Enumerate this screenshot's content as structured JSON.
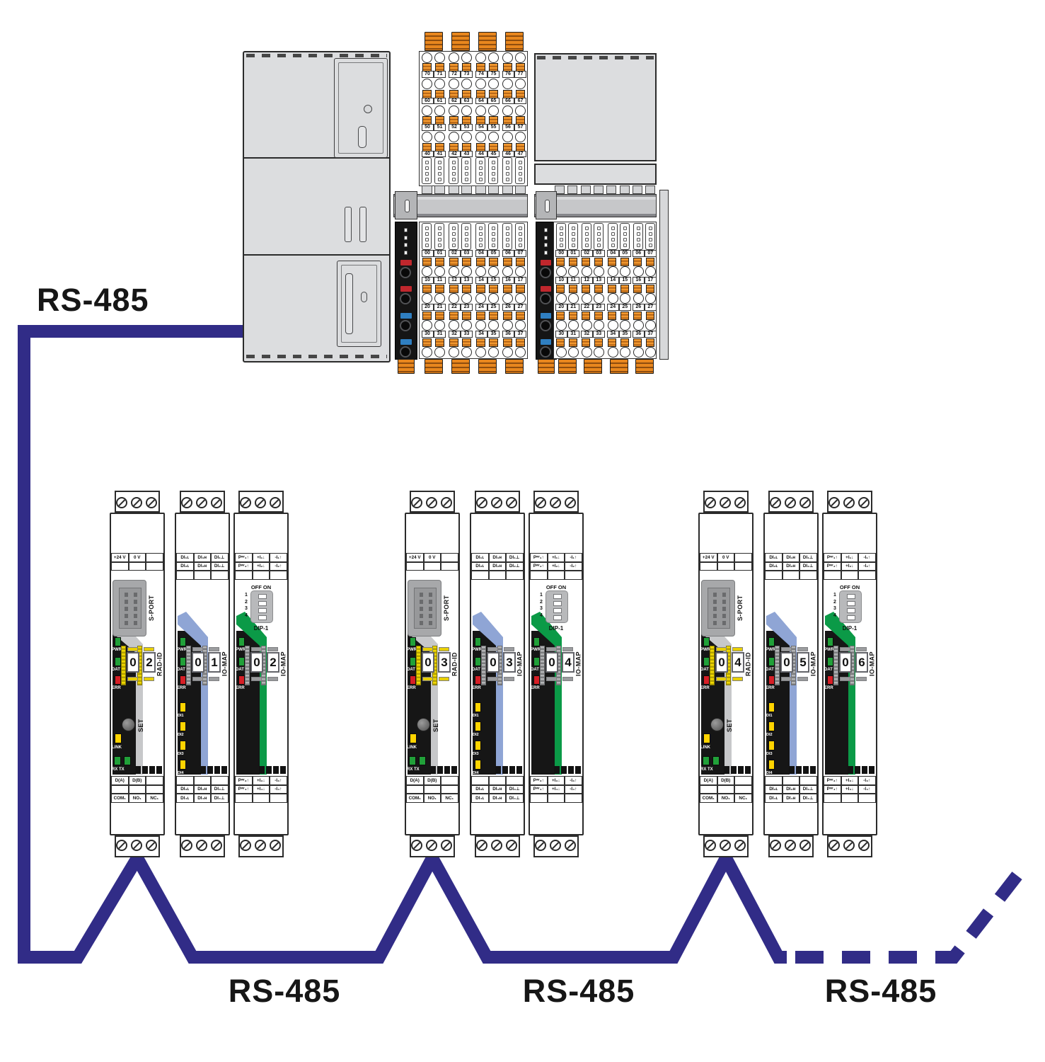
{
  "bus": {
    "color": "#312c87",
    "label_top": "RS-485",
    "segment_labels": [
      "RS-485",
      "RS-485",
      "RS-485"
    ]
  },
  "colors": {
    "bus_line": "#312c87",
    "module_gray_stripe": "#c7c8ca",
    "module_blue_stripe": "#8fa5d5",
    "module_green_stripe": "#0b9a47",
    "lever_red": "#c0272d",
    "lever_blue": "#2f7fc1",
    "clamp_orange": "#e8871e",
    "led_green": "#21a039",
    "led_red": "#d61f26",
    "led_yellow": "#ffd400"
  },
  "controller_station": {
    "upper_terminal_rows": [
      [
        "70",
        "71",
        "72",
        "73",
        "74",
        "75",
        "76",
        "77"
      ],
      [
        "60",
        "61",
        "62",
        "63",
        "64",
        "65",
        "66",
        "67"
      ],
      [
        "50",
        "51",
        "52",
        "53",
        "54",
        "55",
        "56",
        "57"
      ],
      [
        "40",
        "41",
        "42",
        "43",
        "44",
        "45",
        "46",
        "47"
      ]
    ],
    "lower_terminal_rows": [
      [
        "00",
        "01",
        "02",
        "03",
        "04",
        "05",
        "06",
        "07"
      ],
      [
        "10",
        "11",
        "12",
        "13",
        "14",
        "15",
        "16",
        "17"
      ],
      [
        "20",
        "21",
        "22",
        "23",
        "24",
        "25",
        "26",
        "27"
      ],
      [
        "30",
        "31",
        "32",
        "33",
        "34",
        "35",
        "36",
        "37"
      ]
    ],
    "right_unit_terminal_rows": [
      [
        "00",
        "01",
        "02",
        "03",
        "04",
        "05",
        "06",
        "07"
      ],
      [
        "10",
        "11",
        "12",
        "13",
        "14",
        "15",
        "16",
        "17"
      ],
      [
        "20",
        "21",
        "22",
        "23",
        "24",
        "25",
        "26",
        "27"
      ],
      [
        "30",
        "31",
        "32",
        "33",
        "34",
        "35",
        "36",
        "37"
      ]
    ]
  },
  "device_groups": [
    {
      "id": "group-1",
      "modules": [
        {
          "kind": "gateway",
          "stripe": "#c7c8ca",
          "top_labels": [
            [
              "+24 V",
              "0 V",
              ""
            ],
            [
              "",
              "",
              ""
            ]
          ],
          "port": "S-PORT",
          "status_leds": [
            "PWR",
            "DAT",
            "ERR"
          ],
          "rotary": {
            "label": "RAD-ID",
            "digits": [
              "0",
              "2"
            ]
          },
          "button": "SET",
          "link_led": "LINK",
          "rxtx_led": "RX TX",
          "bottom_labels": [
            [
              "D(A)",
              "D(B)",
              ""
            ],
            [
              "",
              "",
              ""
            ],
            [
              "COM₁",
              "NO₁",
              "NC₁"
            ]
          ]
        },
        {
          "kind": "digital-input",
          "stripe": "#8fa5d5",
          "top_labels": [
            [
              "DI₁ʟ",
              "DI₁ʜ",
              "DI₁⊥"
            ],
            [
              "DI₂ʟ",
              "DI₂ʜ",
              "DI₂⊥"
            ],
            [
              "",
              "",
              ""
            ]
          ],
          "status_leds": [
            "PWR",
            "DAT",
            "ERR"
          ],
          "rotary": {
            "label": "IO-MAP",
            "digits": [
              "0",
              "1"
            ]
          },
          "channel_leds": [
            "DI1",
            "DI2",
            "DI3",
            "DI4"
          ],
          "bottom_labels": [
            [
              "",
              "",
              ""
            ],
            [
              "DI₃ʟ",
              "DI₃ʜ",
              "DI₃⊥"
            ],
            [
              "DI₄ʟ",
              "DI₄ʜ",
              "DI₄⊥"
            ]
          ]
        },
        {
          "kind": "analog-input",
          "stripe": "#0b9a47",
          "top_labels": [
            [
              "Pʷʳ₁↑",
              "+I₁↓",
              "-I₁↑"
            ],
            [
              "Pʷʳ₂↑",
              "+I₂↓",
              "-I₂↑"
            ],
            [
              "",
              "",
              ""
            ]
          ],
          "dip": {
            "header": "OFF ON",
            "rows": [
              "1",
              "2",
              "3",
              "4"
            ],
            "label": "DIP-1"
          },
          "status_leds": [
            "PWR",
            "DAT",
            "ERR"
          ],
          "rotary": {
            "label": "IO-MAP",
            "digits": [
              "0",
              "2"
            ]
          },
          "bottom_labels": [
            [
              "Pʷʳ₃↑",
              "+I₃↓",
              "-I₃↑"
            ],
            [
              "Pʷʳ₄↑",
              "+I₄↓",
              "-I₄↑"
            ],
            [
              "",
              "",
              ""
            ]
          ]
        }
      ]
    },
    {
      "id": "group-2",
      "modules": [
        {
          "kind": "gateway",
          "stripe": "#c7c8ca",
          "top_labels": [
            [
              "+24 V",
              "0 V",
              ""
            ],
            [
              "",
              "",
              ""
            ]
          ],
          "port": "S-PORT",
          "status_leds": [
            "PWR",
            "DAT",
            "ERR"
          ],
          "rotary": {
            "label": "RAD-ID",
            "digits": [
              "0",
              "3"
            ]
          },
          "button": "SET",
          "link_led": "LINK",
          "rxtx_led": "RX TX",
          "bottom_labels": [
            [
              "D(A)",
              "D(B)",
              ""
            ],
            [
              "",
              "",
              ""
            ],
            [
              "COM₁",
              "NO₁",
              "NC₁"
            ]
          ]
        },
        {
          "kind": "digital-input",
          "stripe": "#8fa5d5",
          "top_labels": [
            [
              "DI₁ʟ",
              "DI₁ʜ",
              "DI₁⊥"
            ],
            [
              "DI₂ʟ",
              "DI₂ʜ",
              "DI₂⊥"
            ],
            [
              "",
              "",
              ""
            ]
          ],
          "status_leds": [
            "PWR",
            "DAT",
            "ERR"
          ],
          "rotary": {
            "label": "IO-MAP",
            "digits": [
              "0",
              "3"
            ]
          },
          "channel_leds": [
            "DI1",
            "DI2",
            "DI3",
            "DI4"
          ],
          "bottom_labels": [
            [
              "",
              "",
              ""
            ],
            [
              "DI₃ʟ",
              "DI₃ʜ",
              "DI₃⊥"
            ],
            [
              "DI₄ʟ",
              "DI₄ʜ",
              "DI₄⊥"
            ]
          ]
        },
        {
          "kind": "analog-input",
          "stripe": "#0b9a47",
          "top_labels": [
            [
              "Pʷʳ₁↑",
              "+I₁↓",
              "-I₁↑"
            ],
            [
              "Pʷʳ₂↑",
              "+I₂↓",
              "-I₂↑"
            ],
            [
              "",
              "",
              ""
            ]
          ],
          "dip": {
            "header": "OFF ON",
            "rows": [
              "1",
              "2",
              "3",
              "4"
            ],
            "label": "DIP-1"
          },
          "status_leds": [
            "PWR",
            "DAT",
            "ERR"
          ],
          "rotary": {
            "label": "IO-MAP",
            "digits": [
              "0",
              "4"
            ]
          },
          "bottom_labels": [
            [
              "Pʷʳ₃↑",
              "+I₃↓",
              "-I₃↑"
            ],
            [
              "Pʷʳ₄↑",
              "+I₄↓",
              "-I₄↑"
            ],
            [
              "",
              "",
              ""
            ]
          ]
        }
      ]
    },
    {
      "id": "group-3",
      "modules": [
        {
          "kind": "gateway",
          "stripe": "#c7c8ca",
          "top_labels": [
            [
              "+24 V",
              "0 V",
              ""
            ],
            [
              "",
              "",
              ""
            ]
          ],
          "port": "S-PORT",
          "status_leds": [
            "PWR",
            "DAT",
            "ERR"
          ],
          "rotary": {
            "label": "RAD-ID",
            "digits": [
              "0",
              "4"
            ]
          },
          "button": "SET",
          "link_led": "LINK",
          "rxtx_led": "RX TX",
          "bottom_labels": [
            [
              "D(A)",
              "D(B)",
              ""
            ],
            [
              "",
              "",
              ""
            ],
            [
              "COM₁",
              "NO₁",
              "NC₁"
            ]
          ]
        },
        {
          "kind": "digital-input",
          "stripe": "#8fa5d5",
          "top_labels": [
            [
              "DI₁ʟ",
              "DI₁ʜ",
              "DI₁⊥"
            ],
            [
              "DI₂ʟ",
              "DI₂ʜ",
              "DI₂⊥"
            ],
            [
              "",
              "",
              ""
            ]
          ],
          "status_leds": [
            "PWR",
            "DAT",
            "ERR"
          ],
          "rotary": {
            "label": "IO-MAP",
            "digits": [
              "0",
              "5"
            ]
          },
          "channel_leds": [
            "DI1",
            "DI2",
            "DI3",
            "DI4"
          ],
          "bottom_labels": [
            [
              "",
              "",
              ""
            ],
            [
              "DI₃ʟ",
              "DI₃ʜ",
              "DI₃⊥"
            ],
            [
              "DI₄ʟ",
              "DI₄ʜ",
              "DI₄⊥"
            ]
          ]
        },
        {
          "kind": "analog-input",
          "stripe": "#0b9a47",
          "top_labels": [
            [
              "Pʷʳ₁↑",
              "+I₁↓",
              "-I₁↑"
            ],
            [
              "Pʷʳ₂↑",
              "+I₂↓",
              "-I₂↑"
            ],
            [
              "",
              "",
              ""
            ]
          ],
          "dip": {
            "header": "OFF ON",
            "rows": [
              "1",
              "2",
              "3",
              "4"
            ],
            "label": "DIP-1"
          },
          "status_leds": [
            "PWR",
            "DAT",
            "ERR"
          ],
          "rotary": {
            "label": "IO-MAP",
            "digits": [
              "0",
              "6"
            ]
          },
          "bottom_labels": [
            [
              "Pʷʳ₃↑",
              "+I₃↓",
              "-I₃↑"
            ],
            [
              "Pʷʳ₄↑",
              "+I₄↓",
              "-I₄↑"
            ],
            [
              "",
              "",
              ""
            ]
          ]
        }
      ]
    }
  ]
}
